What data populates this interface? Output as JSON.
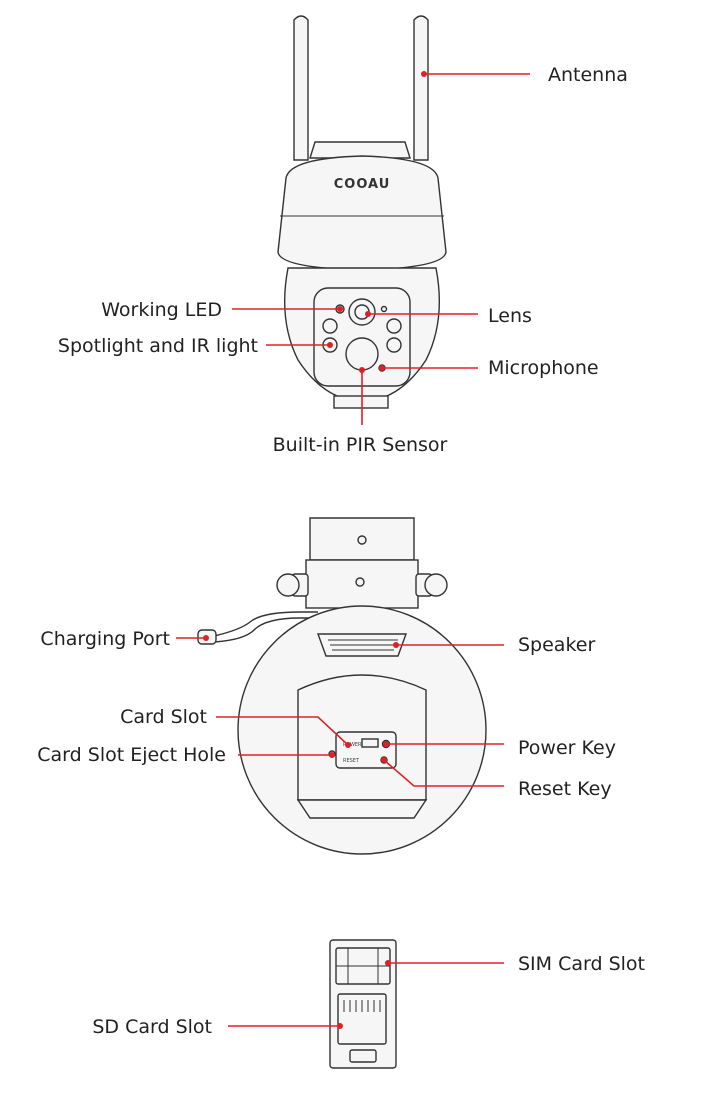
{
  "brand": "COOAU",
  "figures": [
    {
      "view": "front",
      "labels": {
        "antenna": "Antenna",
        "working_led": "Working LED",
        "lens": "Lens",
        "spotlight_ir": "Spotlight and IR light",
        "microphone": "Microphone",
        "pir_sensor": "Built-in PIR Sensor"
      }
    },
    {
      "view": "back",
      "labels": {
        "charging_port": "Charging Port",
        "speaker": "Speaker",
        "card_slot": "Card Slot",
        "card_slot_eject_hole": "Card Slot Eject Hole",
        "power_key": "Power Key",
        "reset_key": "Reset Key"
      }
    },
    {
      "view": "card-tray",
      "labels": {
        "sim_card_slot": "SIM Card Slot",
        "sd_card_slot": "SD Card Slot"
      }
    }
  ],
  "tray_marks": {
    "power": "POWER",
    "reset": "RESET"
  },
  "colors": {
    "callout": "#e02027",
    "outline": "#333333",
    "text": "#222222",
    "background": "#ffffff"
  }
}
